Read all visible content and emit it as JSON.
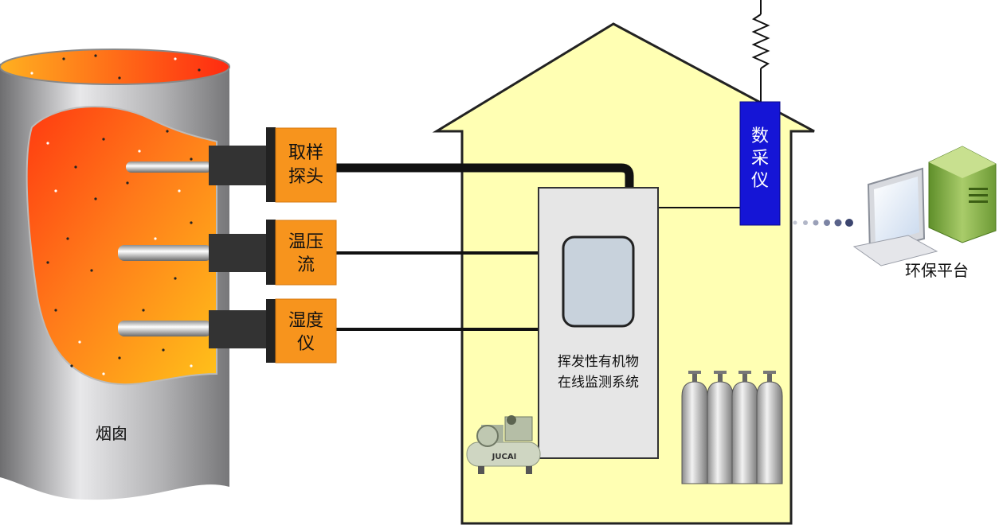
{
  "chimney": {
    "label": "烟囱"
  },
  "sensors": [
    {
      "line1": "取样",
      "line2": "探头"
    },
    {
      "line1": "温压",
      "line2": "流"
    },
    {
      "line1": "湿度",
      "line2": "仪"
    }
  ],
  "system": {
    "line1": "挥发性有机物",
    "line2": "在线监测系统"
  },
  "daq": {
    "chars": [
      "数",
      "采",
      "仪"
    ]
  },
  "platform": {
    "label": "环保平台"
  },
  "compressor": {
    "brand": "JUCAI"
  },
  "colors": {
    "house_fill": "#ffffb3",
    "sensor_box": "#f7941d",
    "daq_blue": "#1515d6",
    "pipe": "#111111",
    "chimney_gray": "#a9a9ab"
  }
}
